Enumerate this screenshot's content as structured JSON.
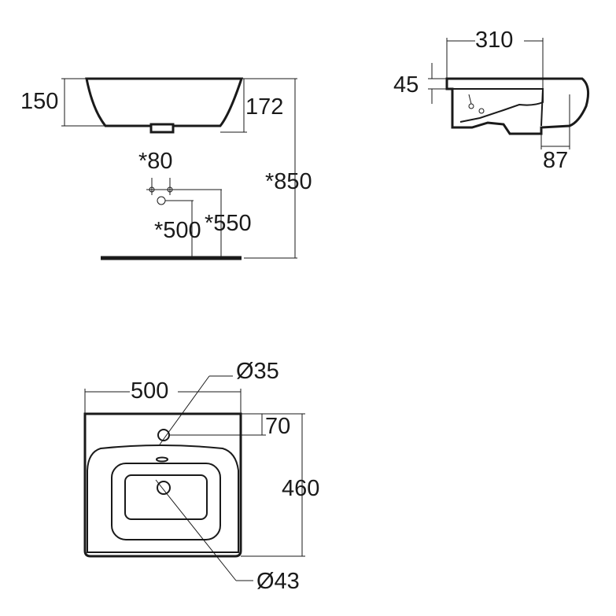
{
  "front_view": {
    "height_label": "150",
    "depth_label": "172",
    "tap_spacing_label": "*80",
    "waste_height_label": "*500",
    "supply_height_label": "*550",
    "install_height_label": "*850"
  },
  "side_view": {
    "depth_label": "310",
    "rim_label": "45",
    "overhang_label": "87"
  },
  "top_view": {
    "width_label": "500",
    "tap_hole_label": "Ø35",
    "tap_offset_label": "70",
    "length_label": "460",
    "waste_label": "Ø43"
  },
  "colors": {
    "line": "#1a1a1a",
    "background": "#ffffff"
  }
}
